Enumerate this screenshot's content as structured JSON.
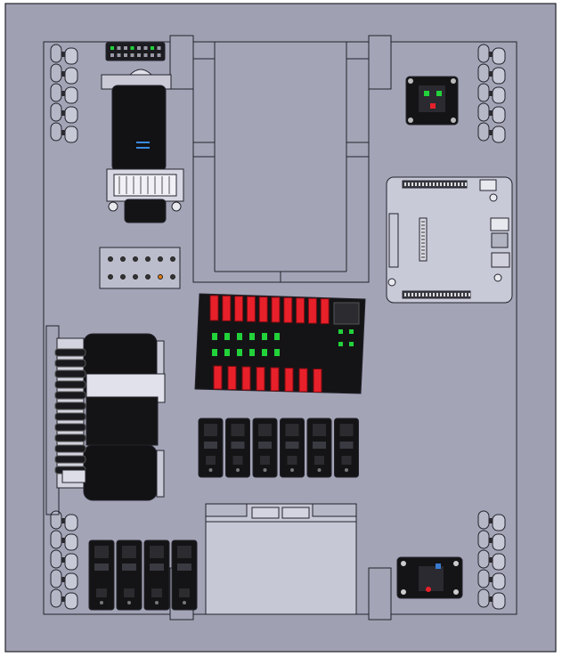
{
  "scene": {
    "background": "#9fa0b1",
    "panel_fill": "#a3a4b6",
    "edge_color": "#23232c",
    "component_dark": "#141416",
    "fuse_red": "#e8202a",
    "indicator_green": "#22d23a",
    "connector_orange": "#e07a10"
  },
  "parts": {
    "omni_wheels": 4,
    "side_uprights": 2,
    "drive_motors": 2,
    "top_motor": 1,
    "terminal_strip_pins": 12,
    "fuse_board": {
      "top_fuses": 10,
      "bottom_fuses": 8,
      "indicator_leds": 12
    },
    "motor_controllers_center": 6,
    "motor_controllers_bottom": 4,
    "controller_board": 1,
    "battery": 1,
    "small_pcbs": 3
  }
}
